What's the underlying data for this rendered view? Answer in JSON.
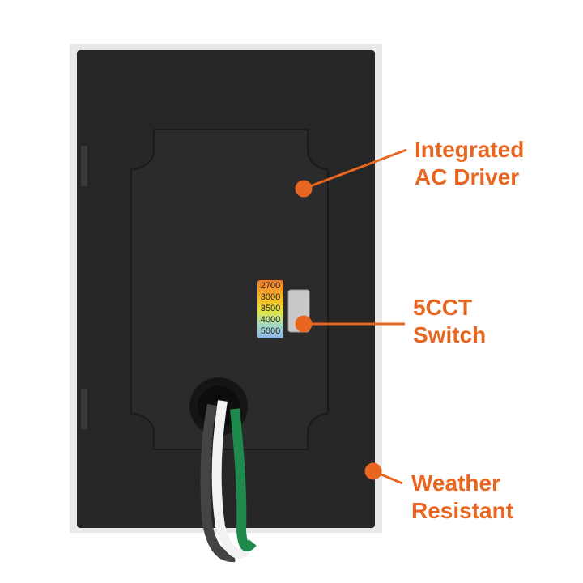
{
  "callouts": [
    {
      "line1": "Integrated",
      "line2": "AC Driver"
    },
    {
      "line1": "5CCT",
      "line2": "Switch"
    },
    {
      "line1": "Weather",
      "line2": "Resistant"
    }
  ],
  "cct_switch": {
    "options": [
      "2700",
      "3000",
      "3500",
      "4000",
      "5000"
    ]
  },
  "colors": {
    "accent": "#e8661f",
    "body": "#222222"
  }
}
